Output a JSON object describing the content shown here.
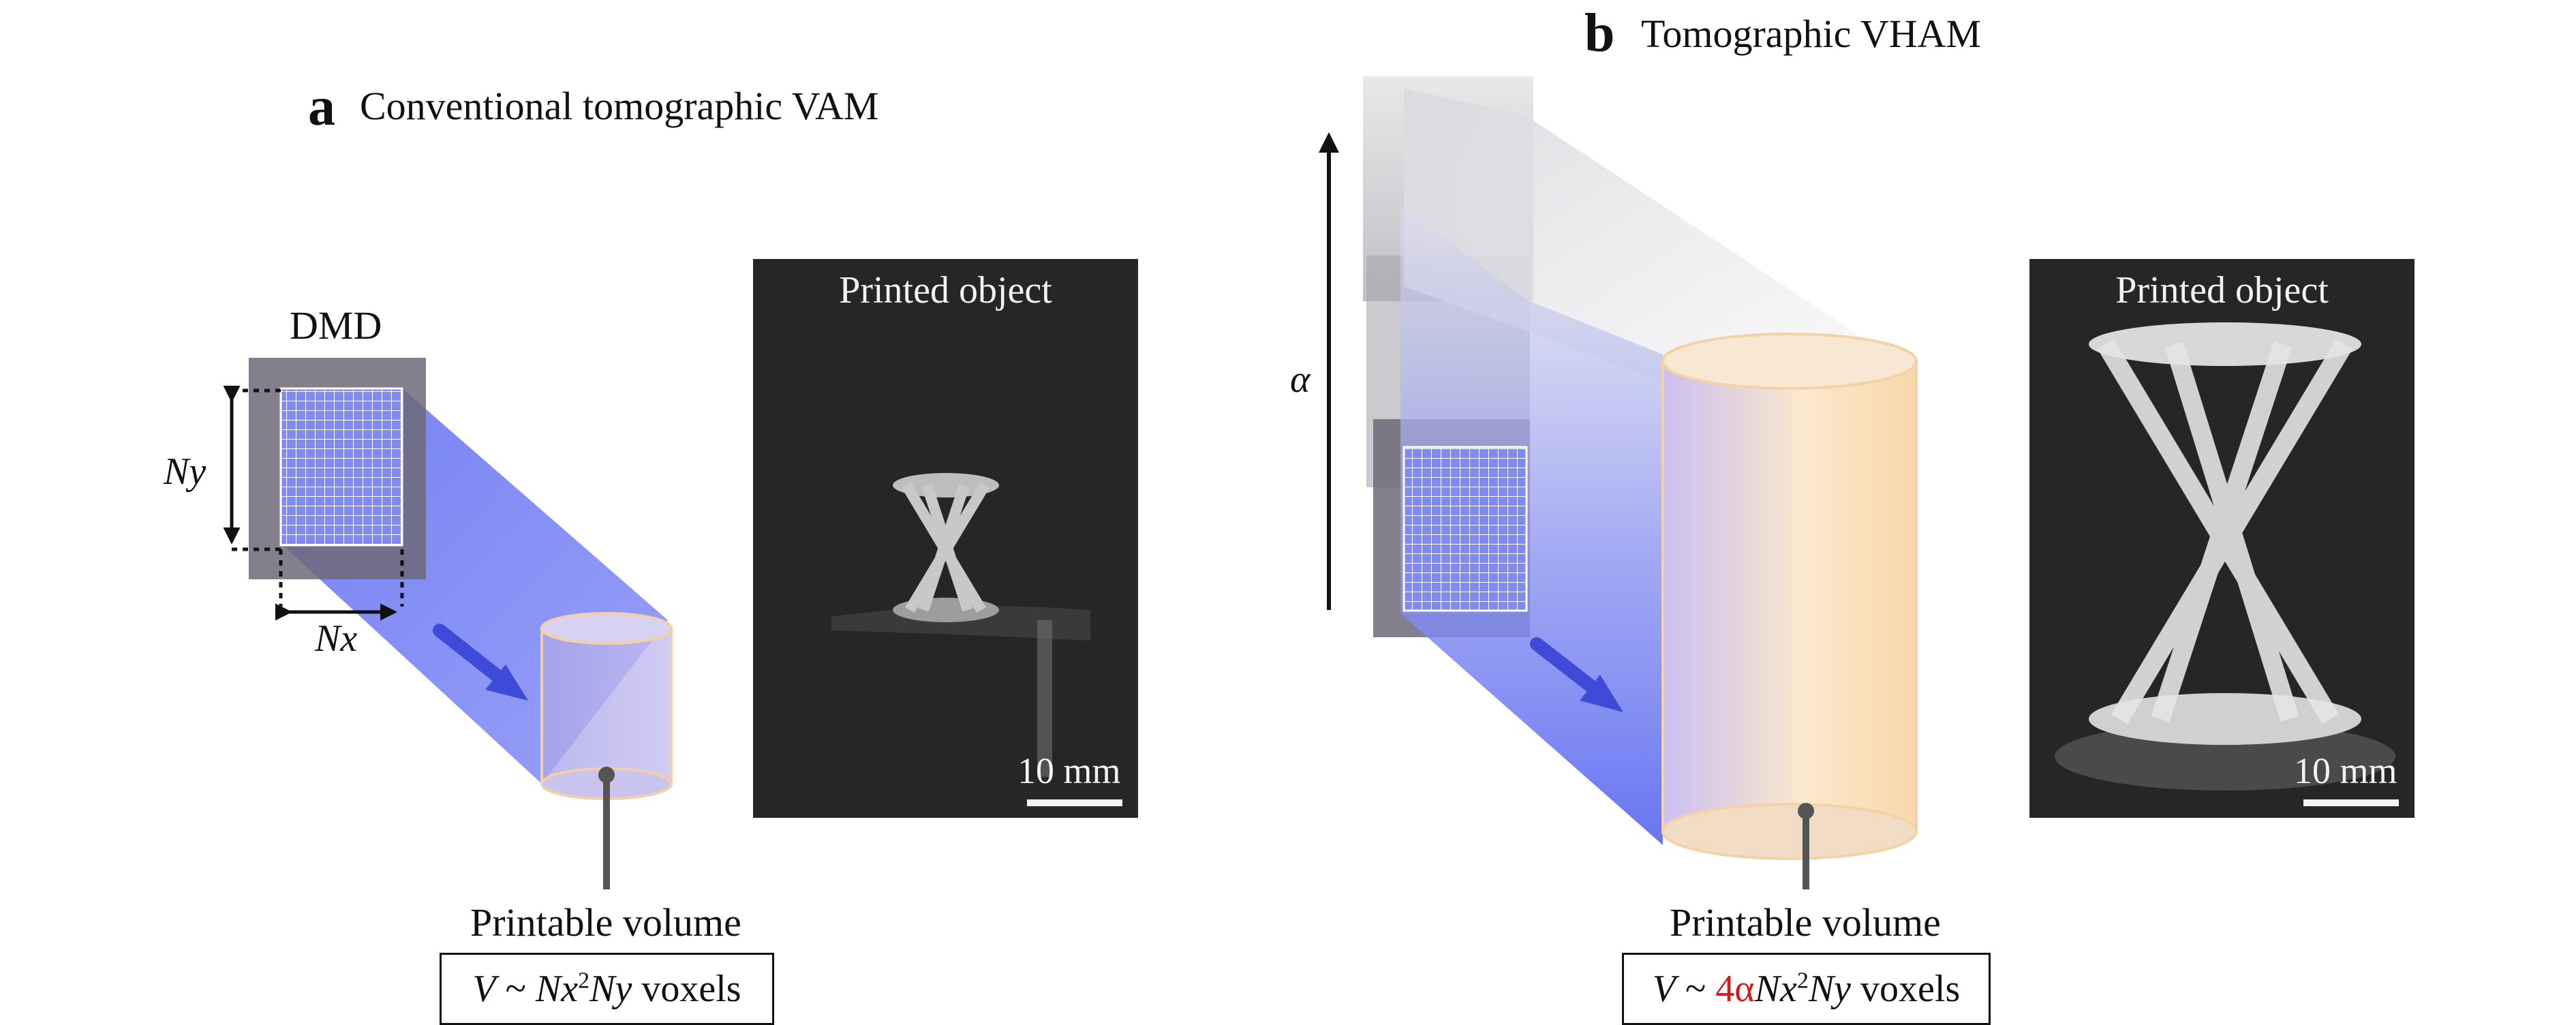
{
  "panel_a": {
    "letter": "a",
    "title": "Conventional tomographic VAM",
    "device_label": "DMD",
    "dim_y": "Ny",
    "dim_x": "Nx",
    "photo_title": "Printed object",
    "scale_label": "10 mm",
    "volume_label": "Printable volume",
    "formula": {
      "v": "V",
      "tilde": "~",
      "nx": "Nx",
      "exp": "2",
      "ny": "Ny",
      "unit": "voxels"
    }
  },
  "panel_b": {
    "letter": "b",
    "title": "Tomographic VHAM",
    "alpha_label": "α",
    "photo_title": "Printed object",
    "scale_label": "10 mm",
    "volume_label": "Printable volume",
    "formula": {
      "v": "V",
      "tilde": "~",
      "coef": "4α",
      "nx": "Nx",
      "exp": "2",
      "ny": "Ny",
      "unit": "voxels"
    }
  },
  "colors": {
    "beam_blue": "#5f6ef2",
    "beam_white": "#e9e9ee",
    "cylinder_orange": "#f6c98d",
    "dmd_gray": "#6e6878",
    "photo_bg": "#262626",
    "highlight_red": "#d21c1c"
  }
}
